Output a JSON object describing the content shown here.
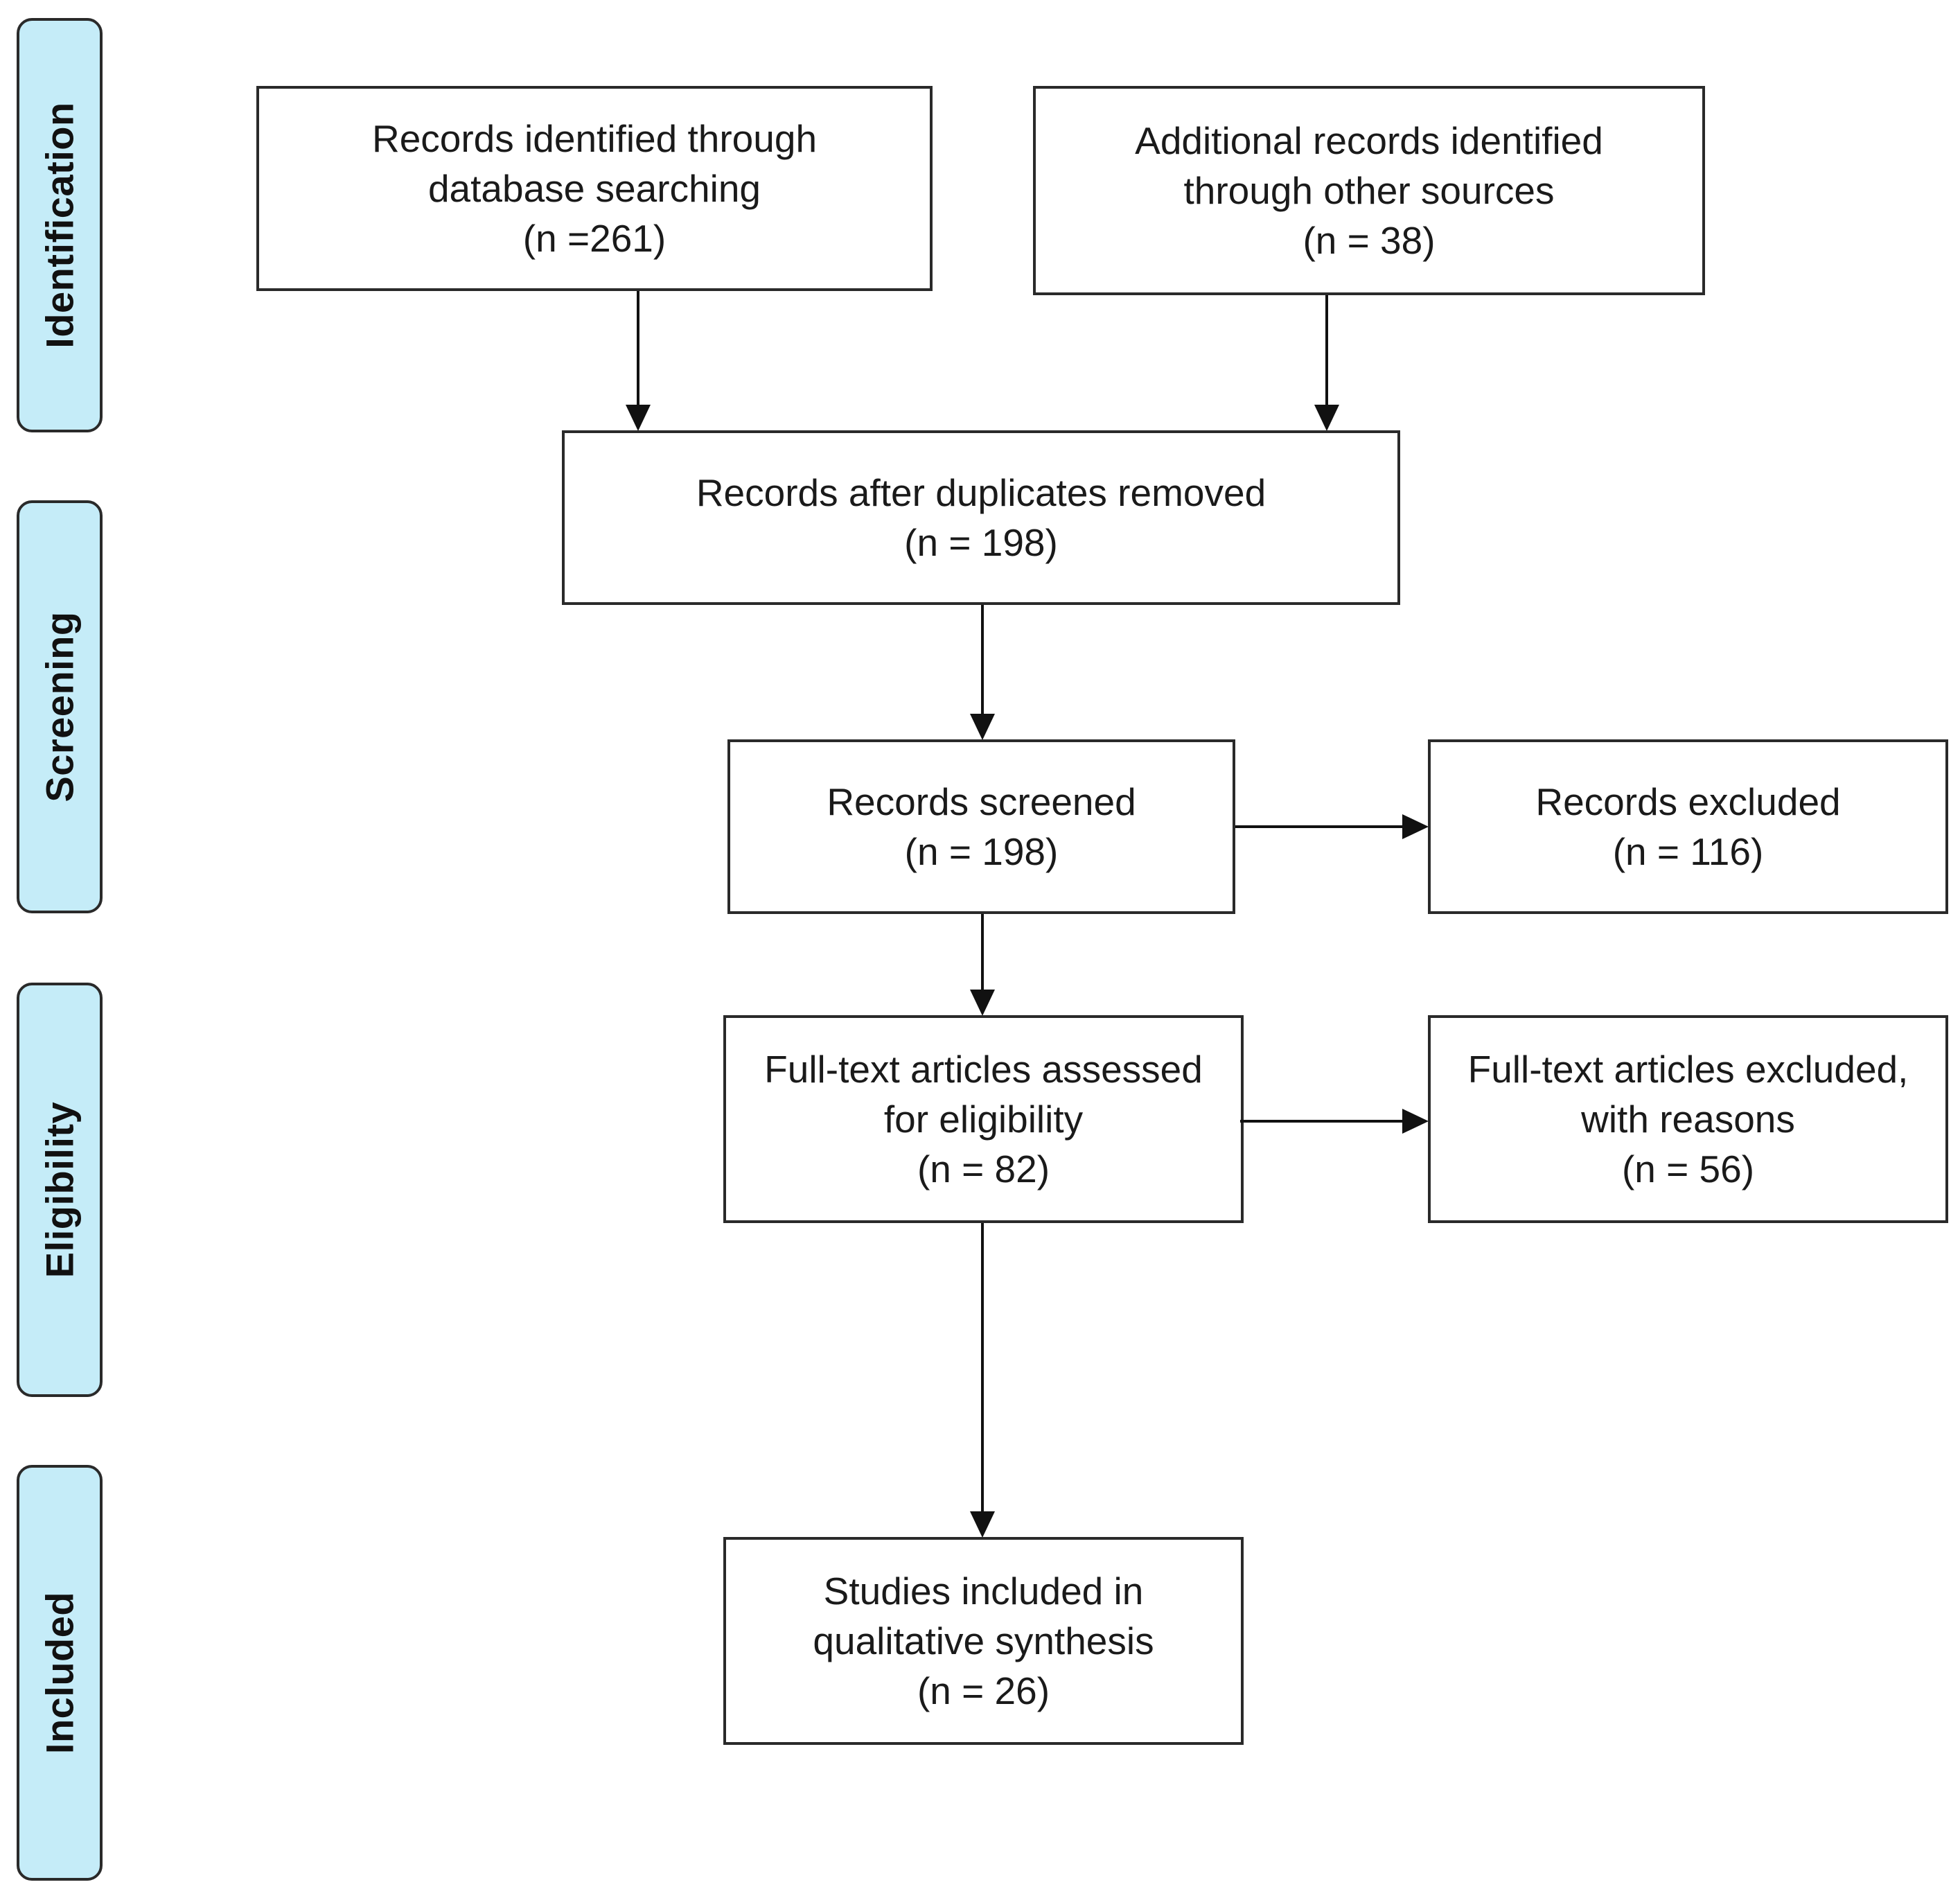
{
  "stages": {
    "identification": "Identification",
    "screening": "Screening",
    "eligibility": "Eligibility",
    "included": "Included"
  },
  "boxes": {
    "database": {
      "line1": "Records identified through",
      "line2": "database searching",
      "count": "(n =261)"
    },
    "other_sources": {
      "line1": "Additional records identified",
      "line2": "through other sources",
      "count": "(n = 38)"
    },
    "duplicates_removed": {
      "line1": "Records after duplicates removed",
      "count": "(n = 198)"
    },
    "screened": {
      "line1": "Records screened",
      "count": "(n = 198)"
    },
    "excluded": {
      "line1": "Records excluded",
      "count": "(n = 116)"
    },
    "fulltext_assessed": {
      "line1": "Full-text articles assessed",
      "line2": "for eligibility",
      "count": "(n = 82)"
    },
    "fulltext_excluded": {
      "line1": "Full-text articles excluded,",
      "line2": "with reasons",
      "count": "(n = 56)"
    },
    "included": {
      "line1": "Studies included in",
      "line2": "qualitative synthesis",
      "count": "(n = 26)"
    }
  }
}
